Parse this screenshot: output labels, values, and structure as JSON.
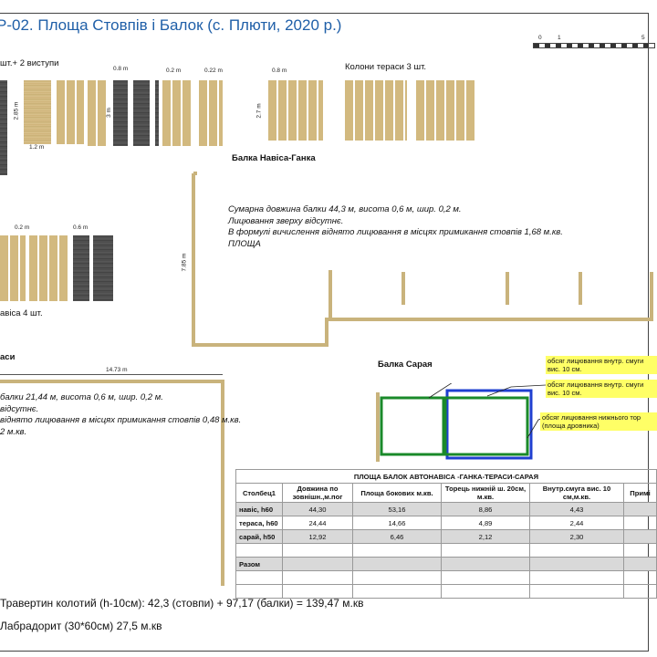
{
  "title": "Р-02. Площа Стовпів і Балок (с. Плюти, 2020 р.)",
  "scale_bar": {
    "labels": [
      "0",
      "1",
      "5"
    ]
  },
  "groups": {
    "posts_top_left": {
      "label": "шт.+ 2 виступи",
      "dims": [
        "2.85 m",
        "1.2 m",
        "0.8 m",
        "3 m",
        "0.2 m",
        "0.2 m",
        "0.22 m"
      ]
    },
    "terrace_columns": {
      "label": "Колони тераси 3 шт.",
      "dims": [
        "0.8 m",
        "2.7 m"
      ]
    },
    "canopy_posts": {
      "label": "авіса 4 шт.",
      "dims": [
        "0.2 m",
        "0.6 m"
      ]
    }
  },
  "beam_canopy": {
    "heading": "Балка Навіса-Ганка",
    "dim": "7.85 m",
    "notes": [
      "Сумарна довжина балки 44,3 м, висота 0,6 м, шир. 0,2 м.",
      "Лицювання зверху відсутнє.",
      "В формулі вичислення віднято лицювання в місцях примикання стовпів 1,68 м.кв.",
      "ПЛОЩА"
    ]
  },
  "beam_terrace": {
    "heading": "аси",
    "dim": "14.73 m",
    "notes": [
      "балки 21,44 м, висота 0,6 м, шир. 0,2 м.",
      "відсутнє.",
      "віднято лицювання в місцях примикання стовпів 0,48 м.кв.",
      "2 м.кв."
    ]
  },
  "beam_barn": {
    "heading": "Балка Сарая",
    "callouts": [
      "обсяг лицювання внутр. смуги",
      "вис. 10 см.",
      "обсяг лицювання внутр. смуги",
      "вис. 10 см.",
      "обсяг лицювання нижнього тор",
      "(площа дровника)"
    ]
  },
  "table": {
    "title": "ПЛОЩА БАЛОК АВТОНАВІСА -ГАНКА-ТЕРАСИ-САРАЯ",
    "headers": [
      "Столбец1",
      "Довжина по зовнішн.,м.пог",
      "Площа бокових м.кв.",
      "Торець нижній ш. 20см, м.кв.",
      "Внутр.смуга вис. 10 см,м.кв.",
      "Примі"
    ],
    "rows": [
      [
        "навіс, h60",
        "44,30",
        "53,16",
        "8,86",
        "4,43",
        ""
      ],
      [
        "тераса, h60",
        "24,44",
        "14,66",
        "4,89",
        "2,44",
        ""
      ],
      [
        "сарай, h50",
        "12,92",
        "6,46",
        "2,12",
        "2,30",
        ""
      ],
      [
        "",
        "",
        "",
        "",
        "",
        ""
      ],
      [
        "Разом",
        "",
        "",
        "",
        "",
        ""
      ],
      [
        "",
        "",
        "",
        "",
        "",
        ""
      ],
      [
        "",
        "",
        "",
        "",
        "",
        ""
      ]
    ]
  },
  "footer": [
    "Травертин колотий (h-10см): 42,3 (стовпи) + 97,17 (балки) = 139,47 м.кв",
    "Лабрадорит (30*60см) 27,5  м.кв"
  ],
  "colors": {
    "title": "#1f5fa8",
    "stone": "#d2b97f",
    "dark_stone": "#4a4a4a",
    "barn_green": "#1a8a2a",
    "barn_blue": "#1f3fd0",
    "highlight": "#ffff66"
  }
}
